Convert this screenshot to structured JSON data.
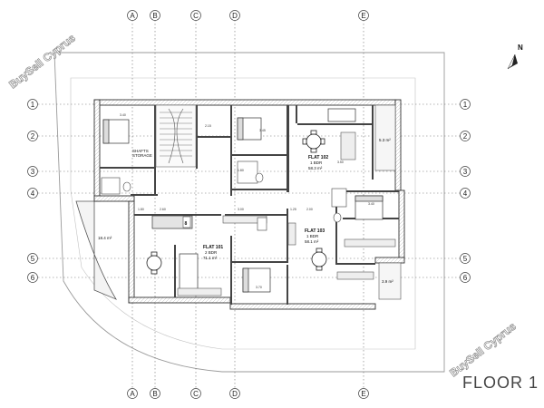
{
  "title": "FLOOR 1",
  "watermarks": [
    "BuySell Cyprus",
    "BuySell Cyprus"
  ],
  "north": {
    "label": "N",
    "icon": "north-arrow-icon"
  },
  "axes": {
    "columns": [
      "A",
      "B",
      "C",
      "D",
      "E"
    ],
    "rows": [
      "1",
      "2",
      "3",
      "4",
      "5",
      "6"
    ]
  },
  "flats": [
    {
      "name": "FLAT 101",
      "type": "2 BDR",
      "area": "71.1 m²"
    },
    {
      "name": "FLAT 102",
      "type": "1 BDR",
      "area": "58.3 m²"
    },
    {
      "name": "FLAT 103",
      "type": "1 BDR",
      "area": "58.1 m²"
    }
  ],
  "room_labels": {
    "shaft": "SHAFTS\nSTORAGE",
    "terrace_left": "18.4 m²",
    "balcony_right_top": "5.3 m²",
    "balcony_right_bottom": "3.9 m²",
    "lift": "8"
  },
  "dimensions": [
    "3.40",
    "2.15",
    "3.45",
    "1.80",
    "3.50",
    "3.40",
    "1.80",
    "2.60",
    "3.00",
    "1.25",
    "3.70",
    "2.00"
  ]
}
